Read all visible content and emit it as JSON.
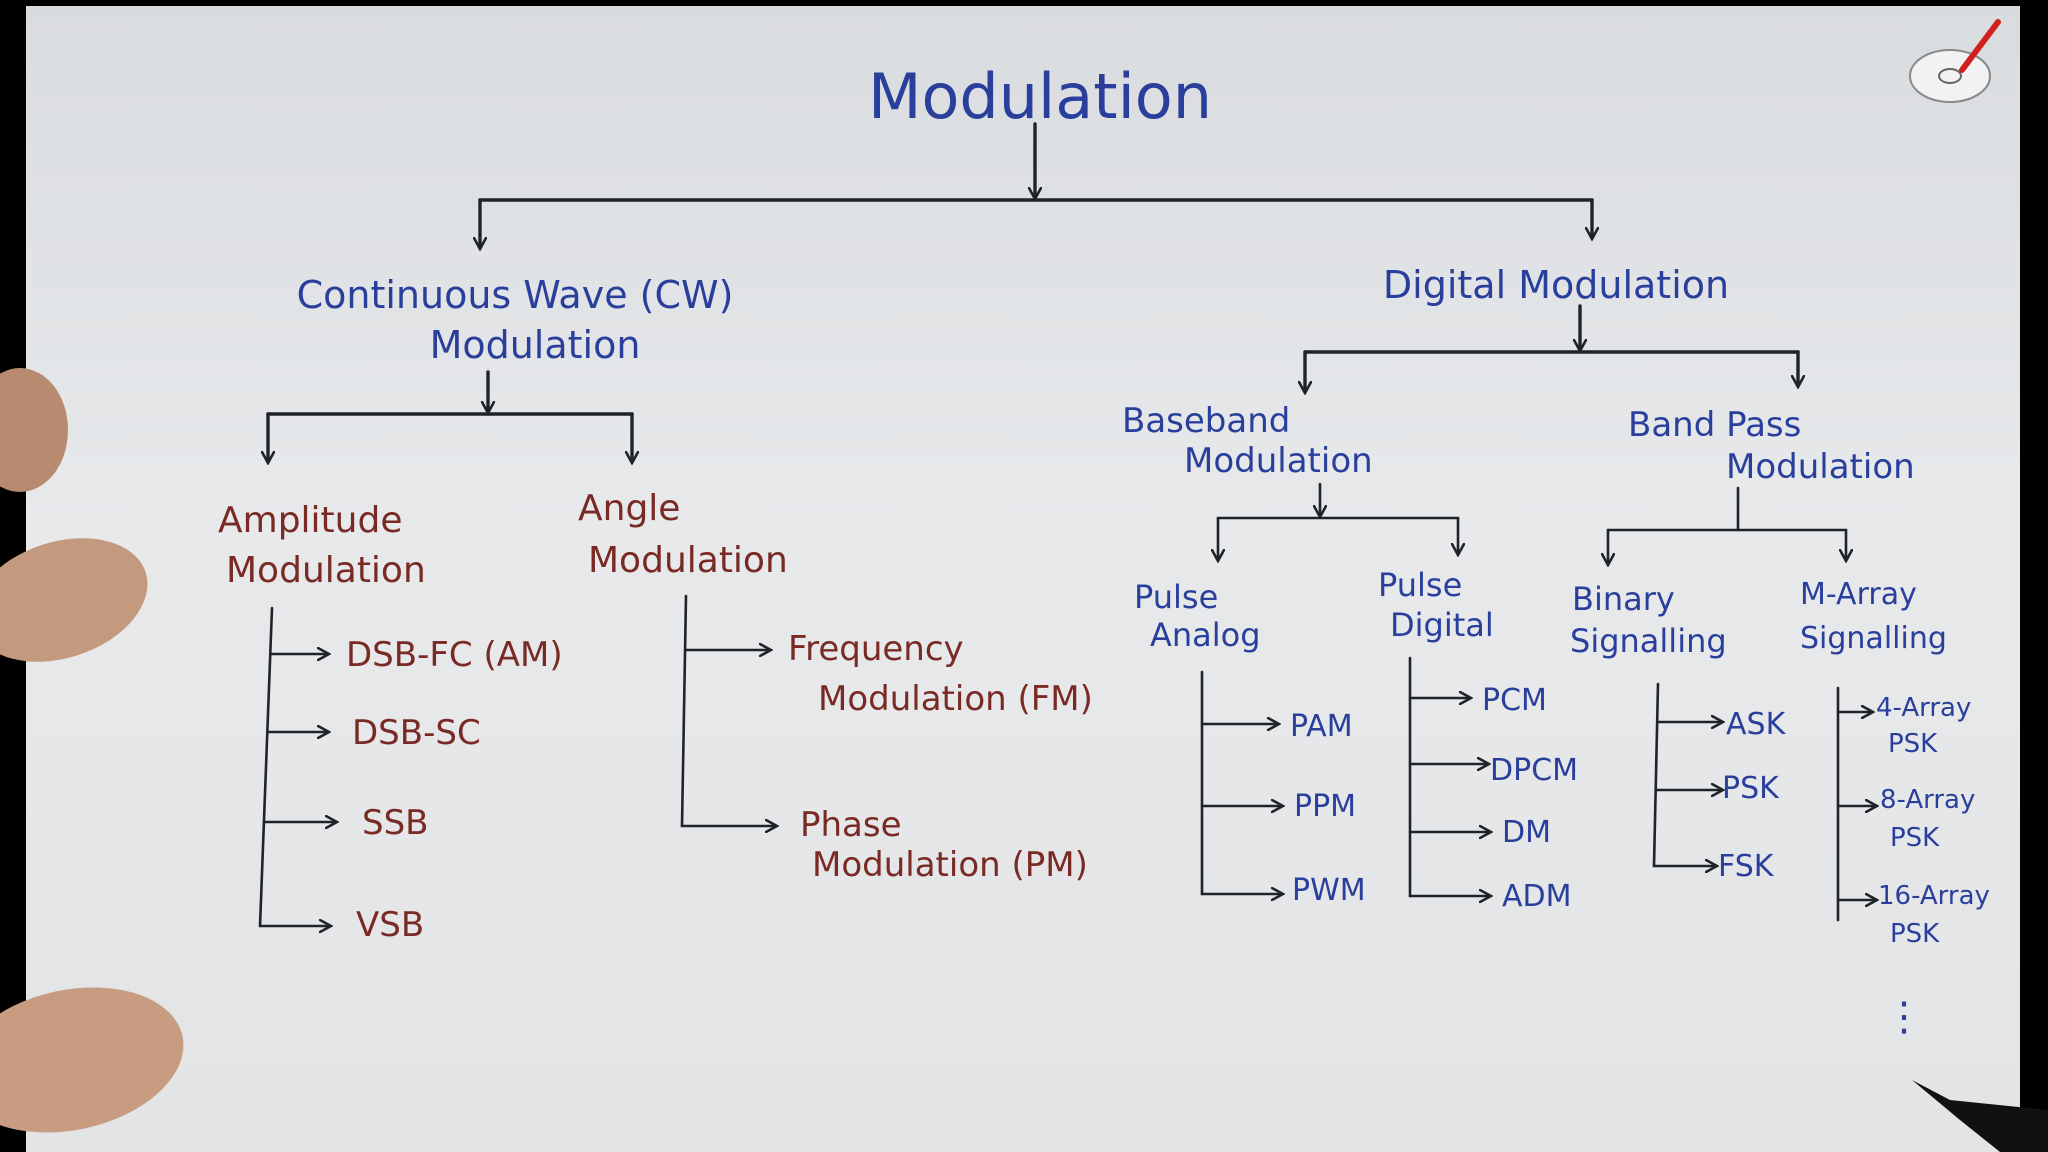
{
  "diagram": {
    "title": "Modulation",
    "cw": {
      "label_line1": "Continuous Wave (CW)",
      "label_line2": "Modulation",
      "amplitude": {
        "label_line1": "Amplitude",
        "label_line2": "Modulation",
        "items": [
          "DSB-FC (AM)",
          "DSB-SC",
          "SSB",
          "VSB"
        ]
      },
      "angle": {
        "label_line1": "Angle",
        "label_line2": "Modulation",
        "items": [
          {
            "line1": "Frequency",
            "line2": "Modulation (FM)"
          },
          {
            "line1": "Phase",
            "line2": "Modulation (PM)"
          }
        ]
      }
    },
    "digital": {
      "label": "Digital Modulation",
      "baseband": {
        "label_line1": "Baseband",
        "label_line2": "Modulation",
        "pulse_analog": {
          "label_line1": "Pulse",
          "label_line2": "Analog",
          "items": [
            "PAM",
            "PPM",
            "PWM"
          ]
        },
        "pulse_digital": {
          "label_line1": "Pulse",
          "label_line2": "Digital",
          "items": [
            "PCM",
            "DPCM",
            "DM",
            "ADM"
          ]
        }
      },
      "bandpass": {
        "label_line1": "Band Pass",
        "label_line2": "Modulation",
        "binary": {
          "label_line1": "Binary",
          "label_line2": "Signalling",
          "items": [
            "ASK",
            "PSK",
            "FSK"
          ]
        },
        "marray": {
          "label_line1": "M-Array",
          "label_line2": "Signalling",
          "items": [
            {
              "line1": "4-Array",
              "line2": "PSK"
            },
            {
              "line1": "8-Array",
              "line2": "PSK"
            },
            {
              "line1": "16-Array",
              "line2": "PSK"
            }
          ],
          "continuation": "⋮"
        }
      }
    }
  },
  "colors": {
    "top_level_ink": "#2a3f9c",
    "sub_level_ink": "#7a2a24",
    "line_ink": "#202428"
  },
  "icons": [
    "disc-pen-logo-icon"
  ]
}
